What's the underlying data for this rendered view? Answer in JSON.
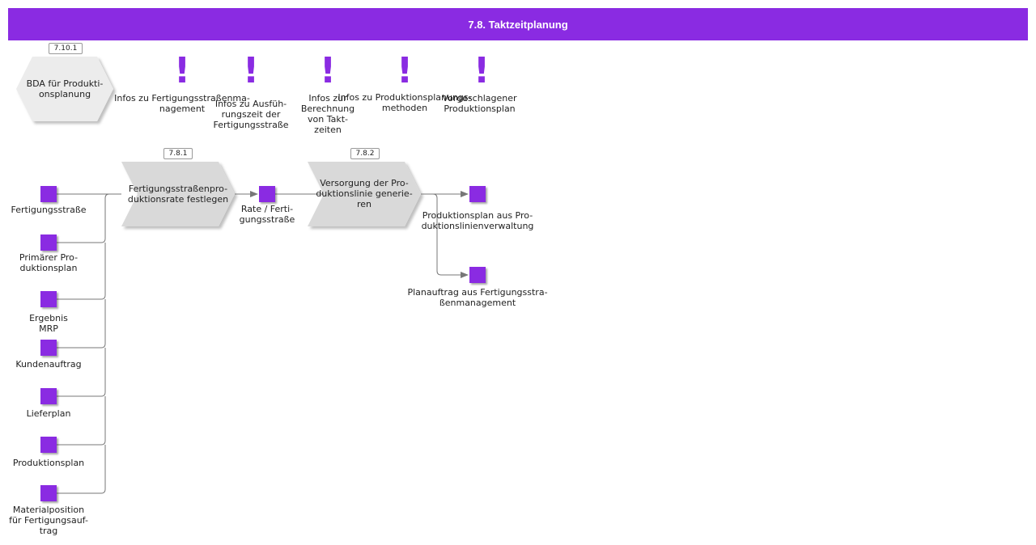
{
  "title": "7.8. Taktzeitplanung",
  "event": {
    "id": "7.10.1",
    "label": "BDA für Produkti-\nonsplanung"
  },
  "info_items": [
    {
      "label": "Infos zu Fertigungsstraßenma-\nnagement"
    },
    {
      "label": "Infos zu Ausfüh-\nrungszeit der\nFertigungsstraße"
    },
    {
      "label": "Infos zur\nBerechnung\nvon Takt-\nzeiten"
    },
    {
      "label": "Infos zu Produktionsplanungs-\nmethoden"
    },
    {
      "label": "Vorgeschlagener\nProduktionsplan"
    }
  ],
  "processes": [
    {
      "id": "7.8.1",
      "label": "Fertigungsstraßenpro-\nduktionsrate festlegen"
    },
    {
      "id": "7.8.2",
      "label": "Versorgung der Pro-\nduktionslinie generie-\nren"
    }
  ],
  "inputs": [
    {
      "label": "Fertigungsstraße"
    },
    {
      "label": "Primärer Pro-\nduktionsplan"
    },
    {
      "label": "Ergebnis\nMRP"
    },
    {
      "label": "Kundenauftrag"
    },
    {
      "label": "Lieferplan"
    },
    {
      "label": "Produktionsplan"
    },
    {
      "label": "Materialposition\nfür Fertigungsauf-\ntrag"
    }
  ],
  "intermediate": {
    "label": "Rate / Ferti-\ngungsstraße"
  },
  "outputs": [
    {
      "label": "Produktionsplan aus Pro-\nduktionslinienverwaltung"
    },
    {
      "label": "Planauftrag aus Fertigungsstra-\nßenmanagement"
    }
  ],
  "colors": {
    "accent": "#8a2be2",
    "process": "#d9d9d9",
    "event": "#ececec",
    "line": "#777777"
  }
}
